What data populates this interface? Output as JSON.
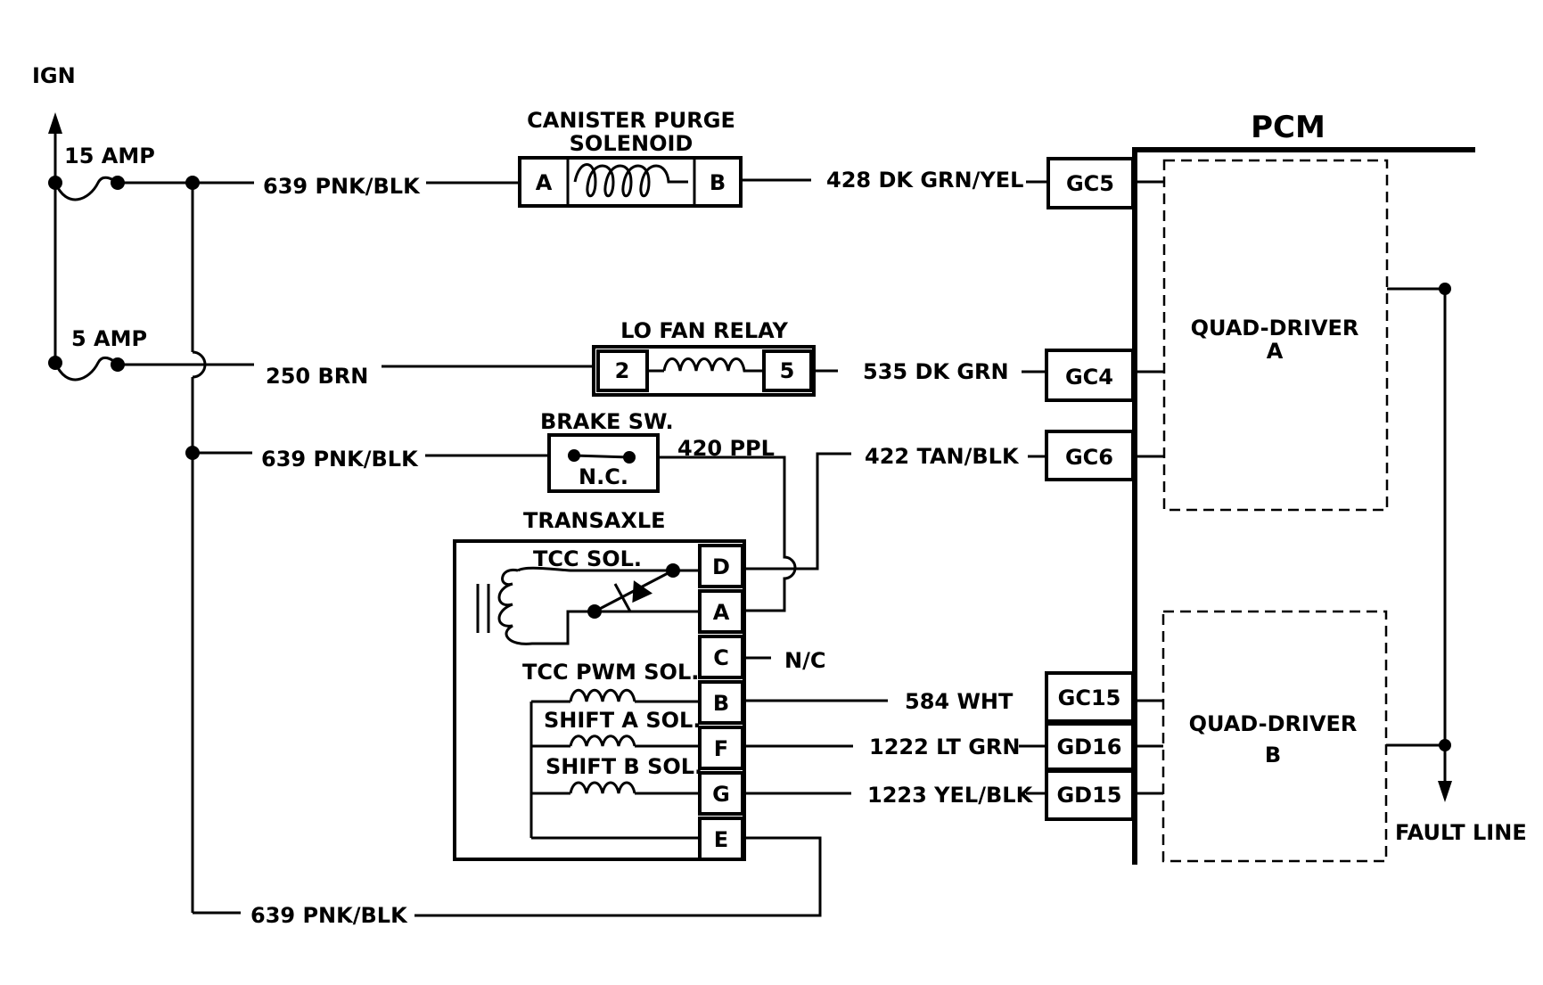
{
  "ign": "IGN",
  "fuses": {
    "f15": "15 AMP",
    "f5": "5 AMP"
  },
  "wires": {
    "w639_top": "639 PNK/BLK",
    "w250": "250 BRN",
    "w639_mid": "639 PNK/BLK",
    "w639_bot": "639 PNK/BLK",
    "w428": "428 DK GRN/YEL",
    "w535": "535 DK GRN",
    "w420": "420 PPL",
    "w422": "422 TAN/BLK",
    "w584": "584 WHT",
    "w1222": "1222 LT GRN",
    "w1223": "1223 YEL/BLK",
    "nc": "N/C"
  },
  "canister": {
    "title1": "CANISTER PURGE",
    "title2": "SOLENOID",
    "pin_a": "A",
    "pin_b": "B"
  },
  "relay": {
    "title": "LO FAN RELAY",
    "pin_2": "2",
    "pin_5": "5"
  },
  "brake": {
    "title": "BRAKE SW.",
    "state": "N.C."
  },
  "transaxle": {
    "title": "TRANSAXLE",
    "tcc_sol": "TCC SOL.",
    "tcc_pwm": "TCC PWM SOL.",
    "shift_a": "SHIFT A SOL.",
    "shift_b": "SHIFT B SOL.",
    "pins": [
      "D",
      "A",
      "C",
      "B",
      "F",
      "G",
      "E"
    ]
  },
  "pcm": {
    "title": "PCM",
    "connectors": [
      "GC5",
      "GC4",
      "GC6",
      "GC15",
      "GD16",
      "GD15"
    ],
    "quad_a1": "QUAD-DRIVER",
    "quad_a2": "A",
    "quad_b1": "QUAD-DRIVER",
    "quad_b2": "B",
    "fault": "FAULT LINE"
  }
}
